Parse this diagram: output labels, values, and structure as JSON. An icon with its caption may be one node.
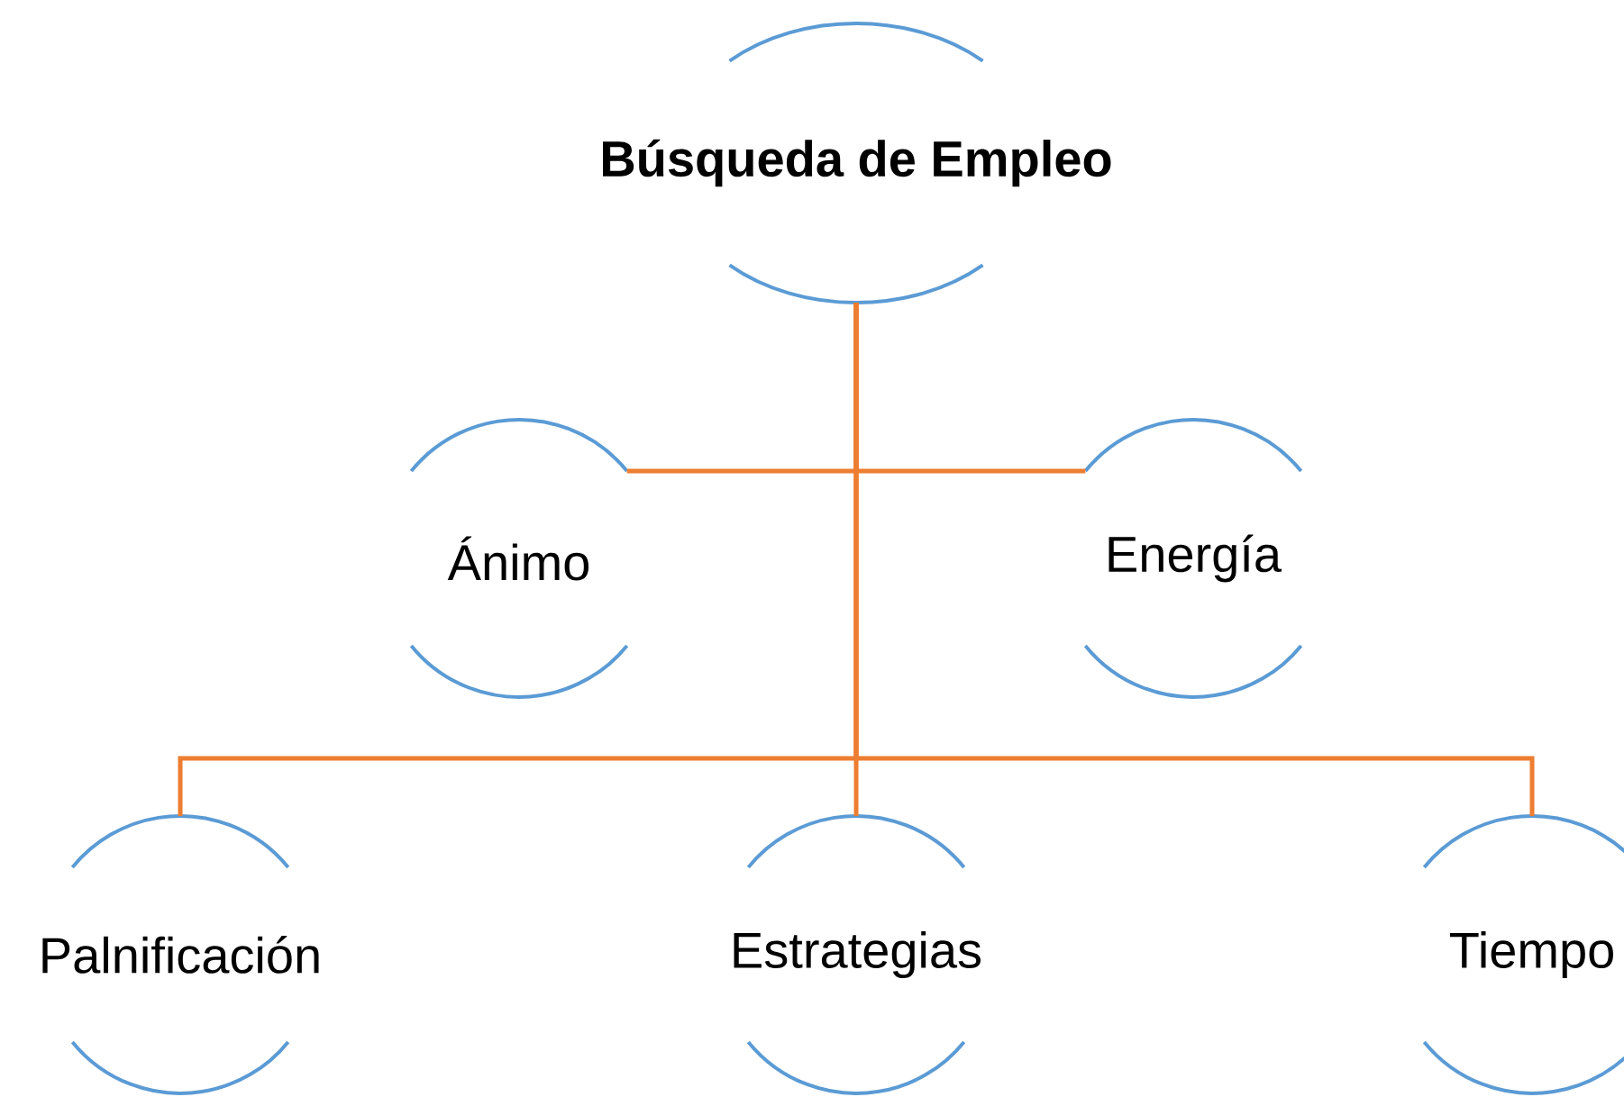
{
  "diagram": {
    "nodes": [
      {
        "text": [
          "Búsqueda de Empleo"
        ]
      },
      {
        "text": [
          "Ánimo"
        ]
      },
      {
        "text": [
          "Energía"
        ]
      },
      {
        "text": [
          "Palnificación"
        ]
      },
      {
        "text": [
          "Estrategias"
        ]
      },
      {
        "text": [
          "Tiempo"
        ]
      }
    ],
    "edges": [
      {
        "from": 0,
        "to": 1,
        "arrow": "none"
      },
      {
        "from": 0,
        "to": 2,
        "arrow": "none"
      },
      {
        "from": 0,
        "to": 3,
        "arrow": "none"
      },
      {
        "from": 0,
        "to": 4,
        "arrow": "none"
      },
      {
        "from": 0,
        "to": 5,
        "arrow": "none"
      }
    ]
  }
}
